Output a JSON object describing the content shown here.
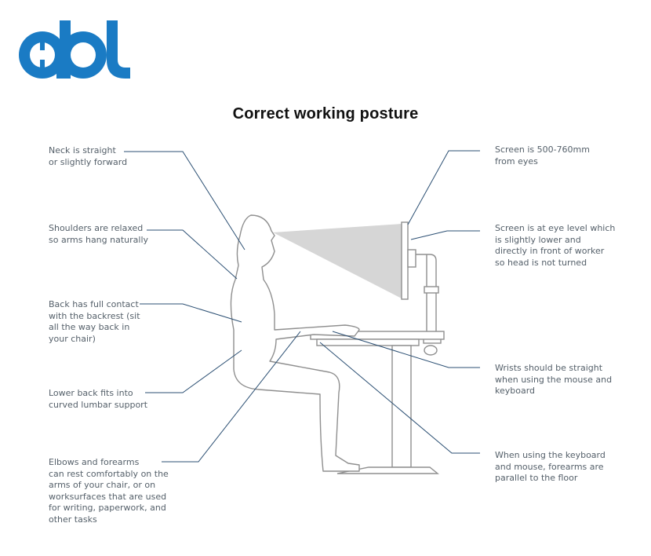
{
  "brand": {
    "logo_text": "abl",
    "color": "#1a7bc4"
  },
  "title": "Correct working posture",
  "colors": {
    "line": "#2b4f73",
    "text": "#55606a",
    "body": "#999999",
    "screen_glow": "#d4d4d4"
  },
  "annotations": {
    "neck": "Neck is straight\nor slightly forward",
    "shoulders": "Shoulders are relaxed\nso arms hang naturally",
    "back": "Back has full contact\nwith the backrest (sit\nall the way back in\nyour chair)",
    "lower_back": "Lower back fits into\ncurved lumbar support",
    "elbows": "Elbows and forearms\ncan rest comfortably on the\narms of your chair, or on\nworksurfaces that are used\nfor writing, paperwork, and\nother tasks",
    "screen_distance": "Screen is 500-760mm\nfrom eyes",
    "screen_level": "Screen is at eye level which\nis slightly lower and\ndirectly in front of worker\nso head is not turned",
    "wrists": "Wrists should be straight\nwhen using the mouse and\nkeyboard",
    "forearms": "When using the keyboard\nand mouse, forearms are\nparallel to the floor"
  }
}
